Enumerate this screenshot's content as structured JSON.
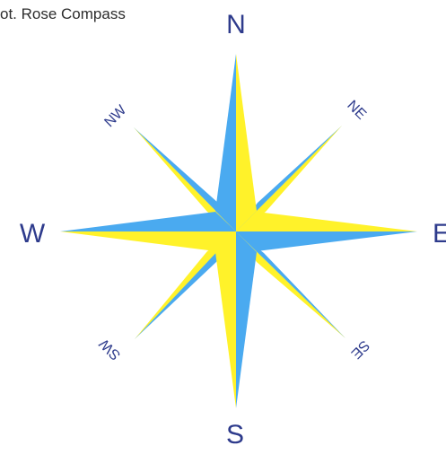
{
  "caption": "ot. Rose Compass",
  "directions": {
    "n": "N",
    "s": "S",
    "e": "E",
    "w": "W",
    "ne": "NE",
    "nw": "NW",
    "se": "SE",
    "sw": "SW"
  },
  "colors": {
    "blue": "#4aaaf0",
    "yellow": "#fff22a",
    "label": "#2e3b8c"
  }
}
